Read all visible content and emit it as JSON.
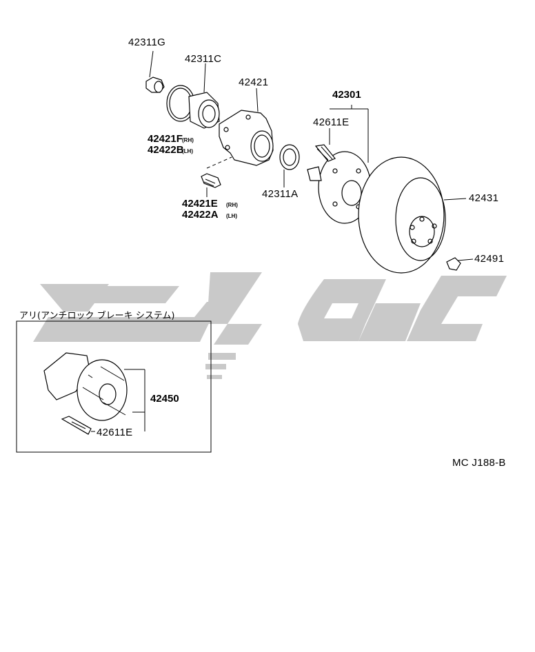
{
  "colors": {
    "line": "#000000",
    "watermark": "#c9c9c9",
    "background": "#ffffff"
  },
  "labels": {
    "p42311G": "42311G",
    "p42311C": "42311C",
    "p42421": "42421",
    "p42301": "42301",
    "p42611E_top": "42611E",
    "p42421F": "42421F",
    "p42421F_side": "(RH)",
    "p42422B": "42422B",
    "p42422B_side": "(LH)",
    "p42421E": "42421E",
    "p42421E_side": "(RH)",
    "p42422A": "42422A",
    "p42422A_side": "(LH)",
    "p42311A": "42311A",
    "p42431": "42431",
    "p42491": "42491",
    "p42450": "42450",
    "p42611E_box": "42611E"
  },
  "abs_box": {
    "caption": "アリ(アンチロック ブレーキ システム)"
  },
  "diagram_code": "MC J188-B"
}
